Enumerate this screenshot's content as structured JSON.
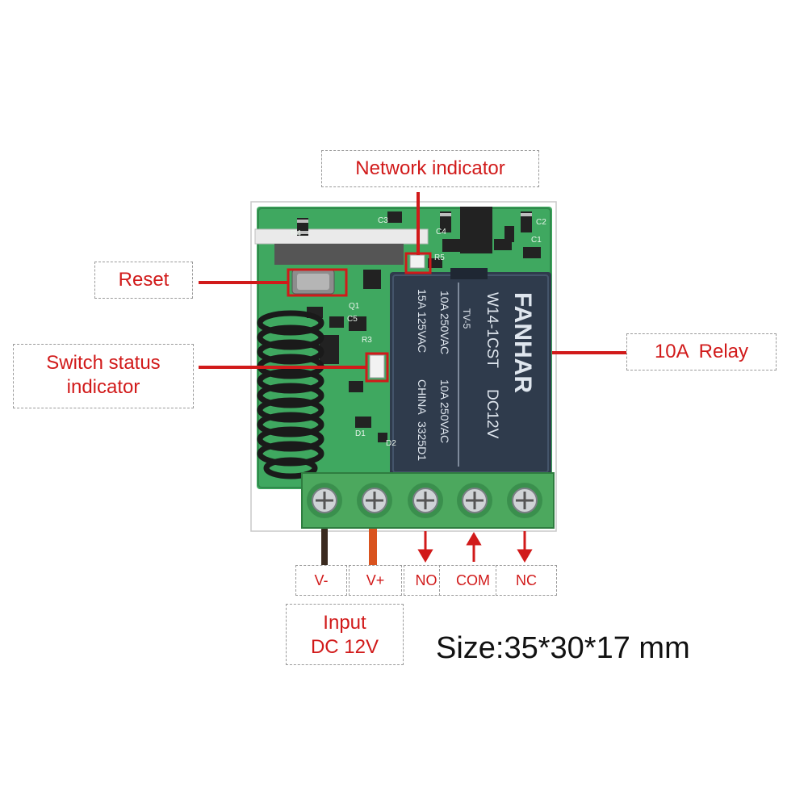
{
  "labels": {
    "network_indicator": "Network indicator",
    "reset": "Reset",
    "switch_status_line1": "Switch status",
    "switch_status_line2": "indicator",
    "relay": "10A  Relay",
    "input_line1": "Input",
    "input_line2": "DC 12V",
    "size": "Size:35*30*17 mm"
  },
  "terminals": [
    "V-",
    "V+",
    "NO",
    "COM",
    "NC"
  ],
  "relay_text": {
    "brand": "FANHAR",
    "model": "W14-1CST",
    "voltage": "DC12V",
    "rating1": "10A 250VAC",
    "rating2": "15A 125VAC",
    "rating3": "10A 250VAC",
    "cert": "TV-5",
    "origin": "CHINA",
    "code": "3325D1"
  },
  "pcb_marks": [
    "R4",
    "C3",
    "C4",
    "C2",
    "C1",
    "R5",
    "C5",
    "R3",
    "Q1",
    "D1",
    "D2"
  ],
  "colors": {
    "accent": "#d11a1a",
    "pcb": "#3fa860",
    "relay_body": "#2f3b4c",
    "terminal_block": "#4ca85e"
  }
}
